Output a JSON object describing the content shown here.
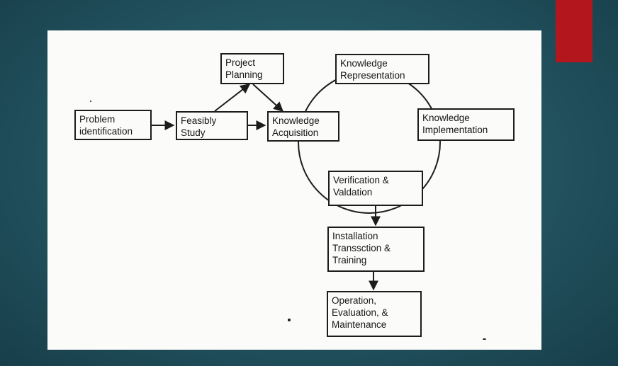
{
  "slide": {
    "accent_color": "#b3161c",
    "background_color": "#22535f"
  },
  "diagram": {
    "nodes": {
      "problem_identification": "Problem\nidentification",
      "feasibly_study": "Feasibly\nStudy",
      "project_planning": "Project\nPlanning",
      "knowledge_acquisition": "Knowledge\nAcquisition",
      "knowledge_representation": "Knowledge\nRepresentation",
      "knowledge_implementation": "Knowledge\nImplementation",
      "verification_validation": "Verification &\nValdation",
      "installation": "Installation\nTranssction &\nTraining",
      "operation": "Operation,\nEvaluation, &\nMaintenance"
    },
    "edges": [
      [
        "problem_identification",
        "feasibly_study"
      ],
      [
        "feasibly_study",
        "project_planning"
      ],
      [
        "feasibly_study",
        "knowledge_acquisition"
      ],
      [
        "project_planning",
        "knowledge_acquisition"
      ],
      [
        "verification_validation",
        "installation"
      ],
      [
        "installation",
        "operation"
      ]
    ]
  }
}
